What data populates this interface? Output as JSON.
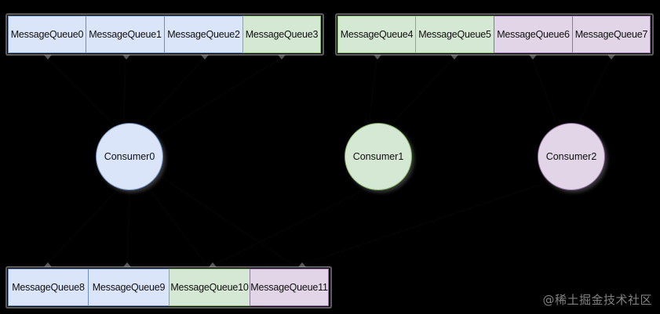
{
  "diagram": {
    "background_color": "#000000",
    "colors": {
      "blue_fill": "#dbe5f9",
      "blue_stroke": "#6c8ebf",
      "green_fill": "#d5e8d4",
      "green_stroke": "#82b366",
      "purple_fill": "#e1d5e7",
      "purple_stroke": "#9673a6"
    },
    "queue_groups": [
      {
        "id": "top-left-queue-group",
        "boxes": [
          {
            "label": "MessageQueue0",
            "color": "blue"
          },
          {
            "label": "MessageQueue1",
            "color": "blue"
          },
          {
            "label": "MessageQueue2",
            "color": "blue"
          },
          {
            "label": "MessageQueue3",
            "color": "green"
          }
        ]
      },
      {
        "id": "top-right-queue-group",
        "boxes": [
          {
            "label": "MessageQueue4",
            "color": "green"
          },
          {
            "label": "MessageQueue5",
            "color": "green"
          },
          {
            "label": "MessageQueue6",
            "color": "purple"
          },
          {
            "label": "MessageQueue7",
            "color": "purple"
          }
        ]
      },
      {
        "id": "bottom-queue-group",
        "boxes": [
          {
            "label": "MessageQueue8",
            "color": "blue"
          },
          {
            "label": "MessageQueue9",
            "color": "blue"
          },
          {
            "label": "MessageQueue10",
            "color": "green"
          },
          {
            "label": "MessageQueue11",
            "color": "purple"
          }
        ]
      }
    ],
    "consumers": [
      {
        "label": "Consumer0",
        "color": "blue"
      },
      {
        "label": "Consumer1",
        "color": "green"
      },
      {
        "label": "Consumer2",
        "color": "purple"
      }
    ],
    "watermark": "@稀土掘金技术社区"
  }
}
